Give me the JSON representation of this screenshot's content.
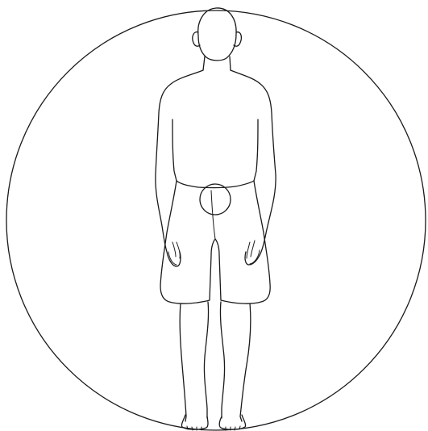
{
  "figure": {
    "outer_circle": "circle",
    "body": "standing-human-figure-front-view",
    "marker": "circle-on-lower-abdomen",
    "line_color": "#1a1a1a",
    "background_color": "#ffffff"
  }
}
